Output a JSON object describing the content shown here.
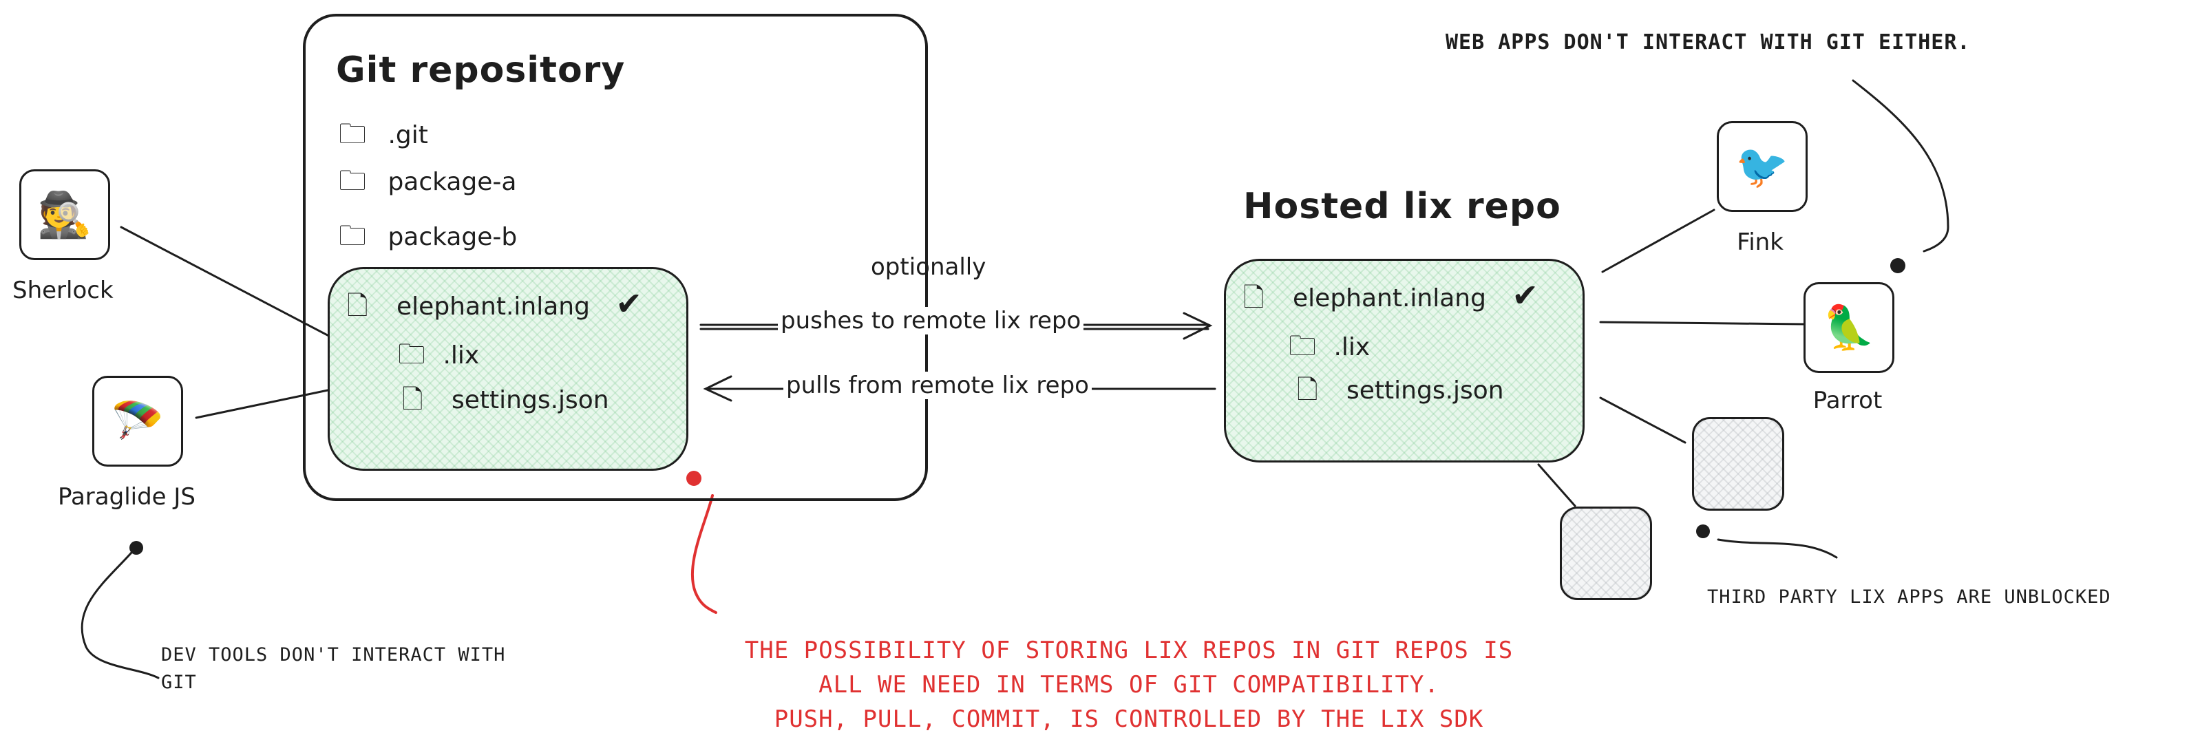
{
  "git_repo": {
    "title": "Git repository",
    "folders": [
      ".git",
      "package-a",
      "package-b"
    ],
    "lix_box": {
      "file": "elephant.inlang",
      "folder": ".lix",
      "settings": "settings.json"
    }
  },
  "hosted": {
    "title": "Hosted lix repo",
    "file": "elephant.inlang",
    "folder": ".lix",
    "settings": "settings.json"
  },
  "arrows": {
    "optionally": "optionally",
    "push": "pushes to remote lix repo",
    "pull": "pulls from remote lix repo"
  },
  "apps": {
    "sherlock": "Sherlock",
    "paraglide": "Paraglide JS",
    "fink": "Fink",
    "parrot": "Parrot"
  },
  "notes": {
    "dev_tools": "DEV TOOLS DON'T INTERACT WITH GIT",
    "web_apps": "WEB APPS DON'T INTERACT WITH GIT EITHER.",
    "third_party": "THIRD PARTY LIX APPS ARE UNBLOCKED",
    "red_line1": "THE POSSIBILITY OF STORING LIX REPOS IN GIT REPOS IS",
    "red_line2": "ALL WE NEED IN TERMS OF GIT COMPATIBILITY.",
    "red_line3": "PUSH, PULL, COMMIT, IS CONTROLLED BY THE LIX SDK"
  },
  "colors": {
    "stroke": "#1e1e1e",
    "red": "#e03131",
    "green_fill": "#e8f7ec"
  },
  "icons": {
    "folder": "folder-icon",
    "file": "file-icon",
    "check": "check-icon",
    "sherlock": "detective-emoji",
    "paraglide": "parachute-emoji",
    "fink": "bird-emoji",
    "parrot": "parrot-emoji"
  }
}
